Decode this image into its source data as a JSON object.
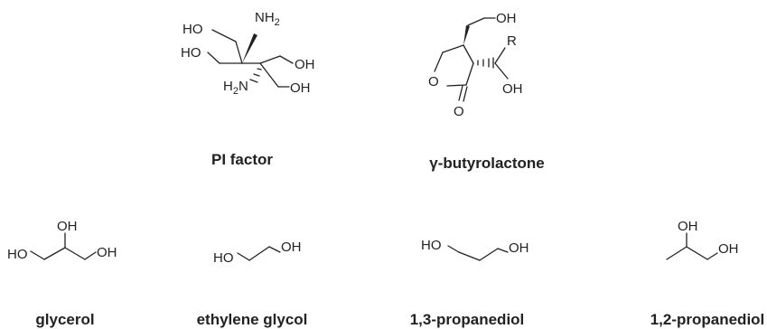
{
  "structures": {
    "pi_factor": {
      "name": "PI factor",
      "atoms": {
        "ho1": "HO",
        "nh2_top": "NH",
        "nh2_top_sub": "2",
        "ho2": "HO",
        "oh1": "OH",
        "h2n": "H",
        "h2n_sub": "2",
        "h2n_n": "N",
        "oh2": "OH"
      }
    },
    "butyrolactone": {
      "name": "γ-butyrolactone",
      "atoms": {
        "oh_top": "OH",
        "r": "R",
        "ring_o": "O",
        "carbonyl_o": "O",
        "oh_side": "OH"
      }
    },
    "glycerol": {
      "name": "glycerol",
      "atoms": {
        "ho": "HO",
        "oh_mid": "OH",
        "oh_end": "OH"
      }
    },
    "ethylene_glycol": {
      "name": "ethylene glycol",
      "atoms": {
        "ho": "HO",
        "oh": "OH"
      }
    },
    "propanediol_13": {
      "name": "1,3-propanediol",
      "atoms": {
        "ho": "HO",
        "oh": "OH"
      }
    },
    "propanediol_12": {
      "name": "1,2-propanediol",
      "atoms": {
        "oh_top": "OH",
        "oh_end": "OH"
      }
    }
  }
}
